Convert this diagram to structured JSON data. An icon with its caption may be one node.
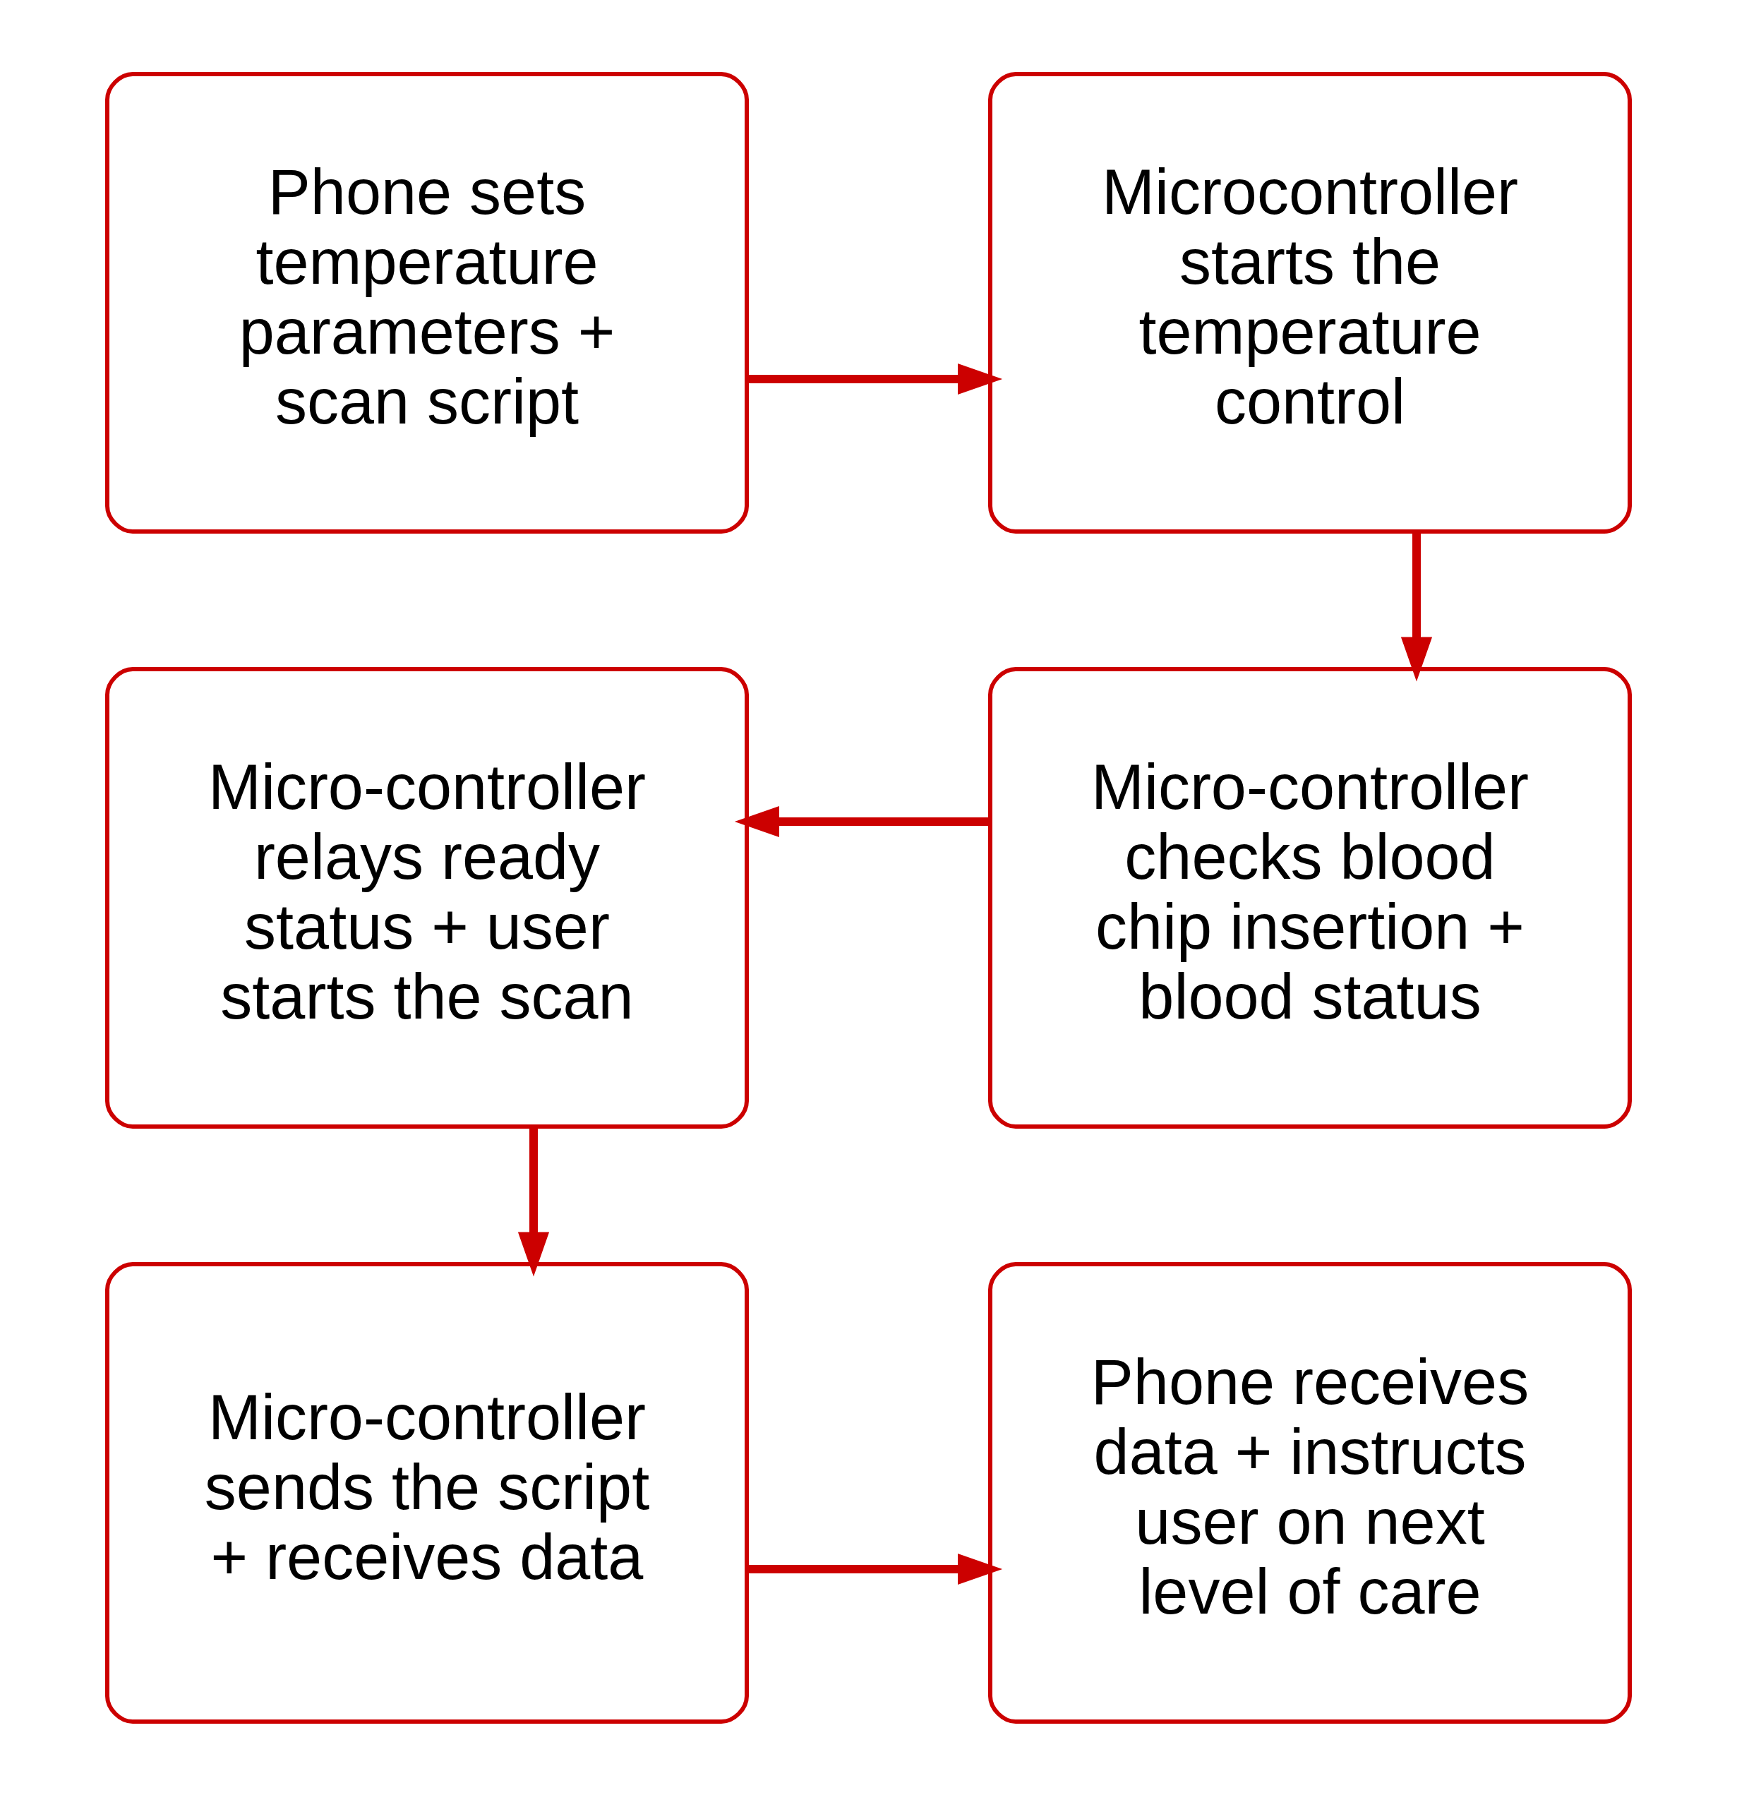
{
  "diagram": {
    "nodes": [
      {
        "text": [
          "Phone sets temperature parameters + scan script"
        ]
      },
      {
        "text": [
          "Microcontroller starts the temperature control"
        ]
      },
      {
        "text": [
          "Micro-controller checks blood chip insertion + blood status"
        ]
      },
      {
        "text": [
          "Micro-controller relays ready status + user starts the scan"
        ]
      },
      {
        "text": [
          "Micro-controller sends the script + receives data"
        ]
      },
      {
        "text": [
          "Phone receives data + instructs user on next level of care"
        ]
      }
    ],
    "edges": [
      {
        "from": 0,
        "to": 1,
        "arrow": "to"
      },
      {
        "from": 1,
        "to": 2,
        "arrow": "to"
      },
      {
        "from": 2,
        "to": 3,
        "arrow": "to"
      },
      {
        "from": 3,
        "to": 4,
        "arrow": "to"
      },
      {
        "from": 4,
        "to": 5,
        "arrow": "to"
      }
    ]
  }
}
